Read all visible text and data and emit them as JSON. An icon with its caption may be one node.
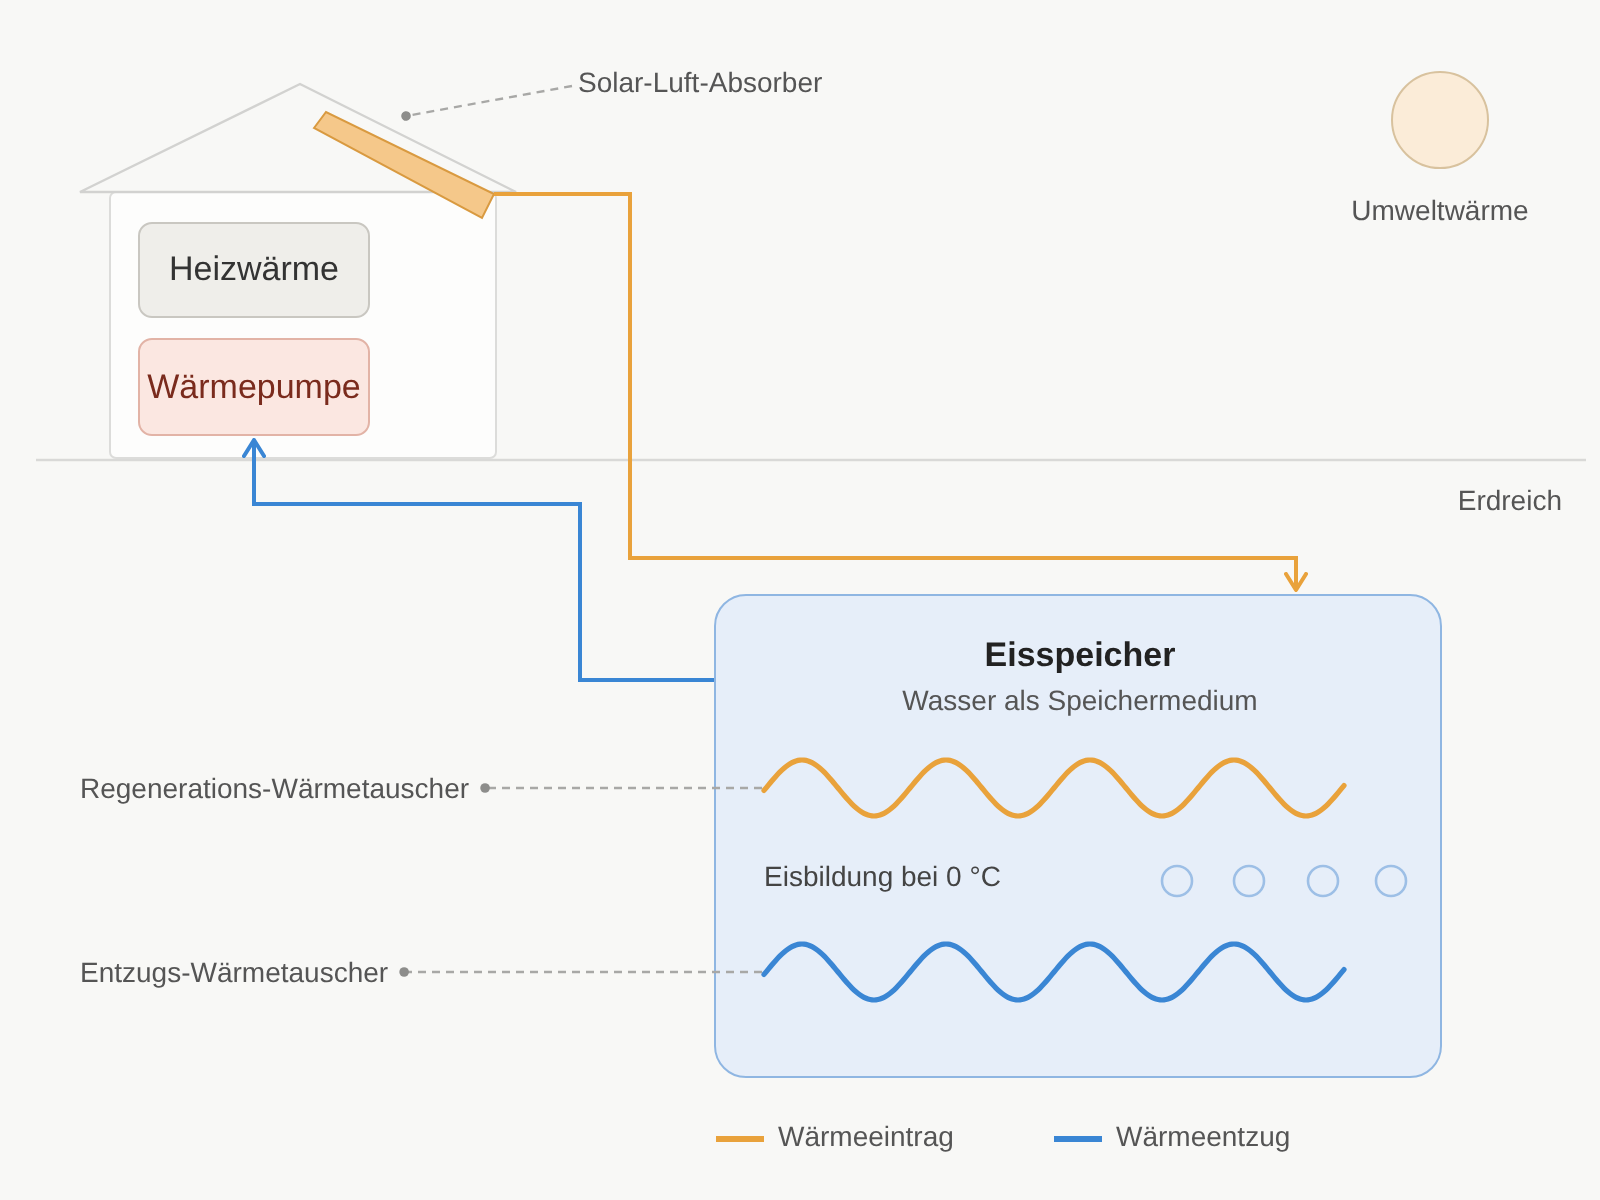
{
  "diagram": {
    "nodes": [
      {
        "text": [],
        "shape": "house"
      },
      {
        "text": [
          "Heizwärme"
        ],
        "in": 0
      },
      {
        "text": [
          "Wärmepumpe"
        ],
        "in": 0
      },
      {
        "text": [],
        "shape": "bar"
      },
      {
        "text": [
          "Solar-Luft-Absorber"
        ]
      },
      {
        "text": [
          "Umweltwärme"
        ]
      },
      {
        "text": [
          "Eisspeicher",
          "Wasser als Speichermedium",
          "Eisbildung bei 0 °C"
        ]
      },
      {
        "text": [],
        "shape": "wave",
        "in": 6
      },
      {
        "text": [],
        "shape": "wave",
        "in": 6
      },
      {
        "text": [
          "Regenerations-Wärmetauscher"
        ]
      },
      {
        "text": [
          "Entzugs-Wärmetauscher"
        ]
      }
    ],
    "edges": [
      {
        "from": 3,
        "to": 6,
        "arrow": "to",
        "color": "#e9a23b"
      },
      {
        "from": 6,
        "to": 2,
        "arrow": "to",
        "color": "#3a86d4"
      },
      {
        "from": 4,
        "to": 3,
        "arrow": "other",
        "style": "dashed"
      },
      {
        "from": 7,
        "to": 9,
        "arrow": "other",
        "style": "dashed"
      },
      {
        "from": 8,
        "to": 10,
        "arrow": "other",
        "style": "dashed"
      }
    ],
    "labels": [
      "Erdreich"
    ],
    "legend": [
      {
        "text": "Wärmeeintrag",
        "color": "#e9a23b"
      },
      {
        "text": "Wärmeentzug",
        "color": "#3a86d4"
      }
    ]
  }
}
